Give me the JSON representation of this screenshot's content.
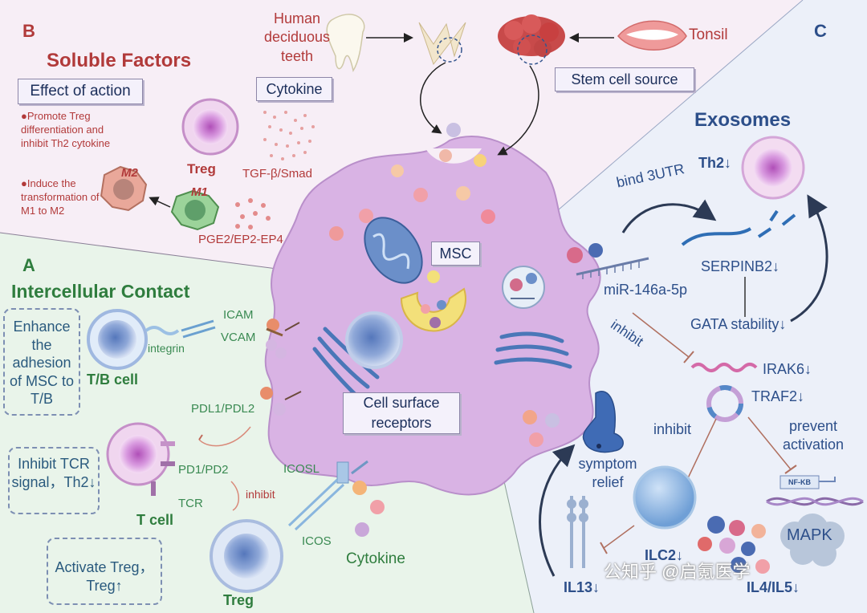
{
  "sections": {
    "B": {
      "letter": "B",
      "title": "Soluble Factors",
      "effect_box": "Effect of action",
      "bullet_1": "●Promote Treg differentiation and inhibit Th2 cytokine",
      "bullet_2": "●Induce the transformation of M1 to M2",
      "treg_label": "Treg",
      "m2_label": "M2",
      "m1_label": "M1",
      "cytokine_box": "Cytokine",
      "tgf_label": "TGF-β/Smad",
      "pge2_label": "PGE2/EP2-EP4"
    },
    "sources": {
      "teeth_label": "Human deciduous teeth",
      "tonsil_label": "Tonsil",
      "stem_cell_box": "Stem cell source"
    },
    "center": {
      "msc_label": "MSC",
      "receptors_box": "Cell surface receptors"
    },
    "A": {
      "letter": "A",
      "title": "Intercellular Contact",
      "adhesion_box": "Enhance the adhesion of MSC to T/B",
      "tcr_box": "Inhibit TCR signal，Th2↓",
      "treg_box": "Activate Treg，Treg↑",
      "icam": "ICAM",
      "vcam": "VCAM",
      "integrin": "integrin",
      "tb_cell": "T/B cell",
      "pdl": "PDL1/PDL2",
      "pd": "PD1/PD2",
      "tcr": "TCR",
      "t_cell": "T cell",
      "inhibit": "inhibit",
      "icosl": "ICOSL",
      "icos": "ICOS",
      "cytokine": "Cytokine",
      "treg": "Treg"
    },
    "C": {
      "letter": "C",
      "title": "Exosomes",
      "th2": "Th2↓",
      "bind_3utr": "bind 3UTR",
      "serpinb2": "SERPINB2↓",
      "mir": "miR-146a-5p",
      "gata": "GATA stability↓",
      "inhibit_1": "inhibit",
      "irak6": "IRAK6↓",
      "traf2": "TRAF2↓",
      "inhibit_2": "inhibit",
      "prevent": "prevent activation",
      "nfkb": "NF-KB",
      "mapk": "MAPK",
      "symptom": "symptom relief",
      "ilc2": "ILC2↓",
      "il13": "IL13↓",
      "il4": "IL4/IL5↓"
    },
    "watermark": "公知乎 @启氪医学"
  },
  "colors": {
    "section_B_bg": "#f7eef6",
    "section_A_bg": "#e9f4ea",
    "section_C_bg": "#ecf0f9",
    "msc_fill": "#d9b3e4",
    "title_red": "#b13a3a",
    "title_green": "#2f7d3e",
    "title_blue": "#2d4f8a"
  }
}
